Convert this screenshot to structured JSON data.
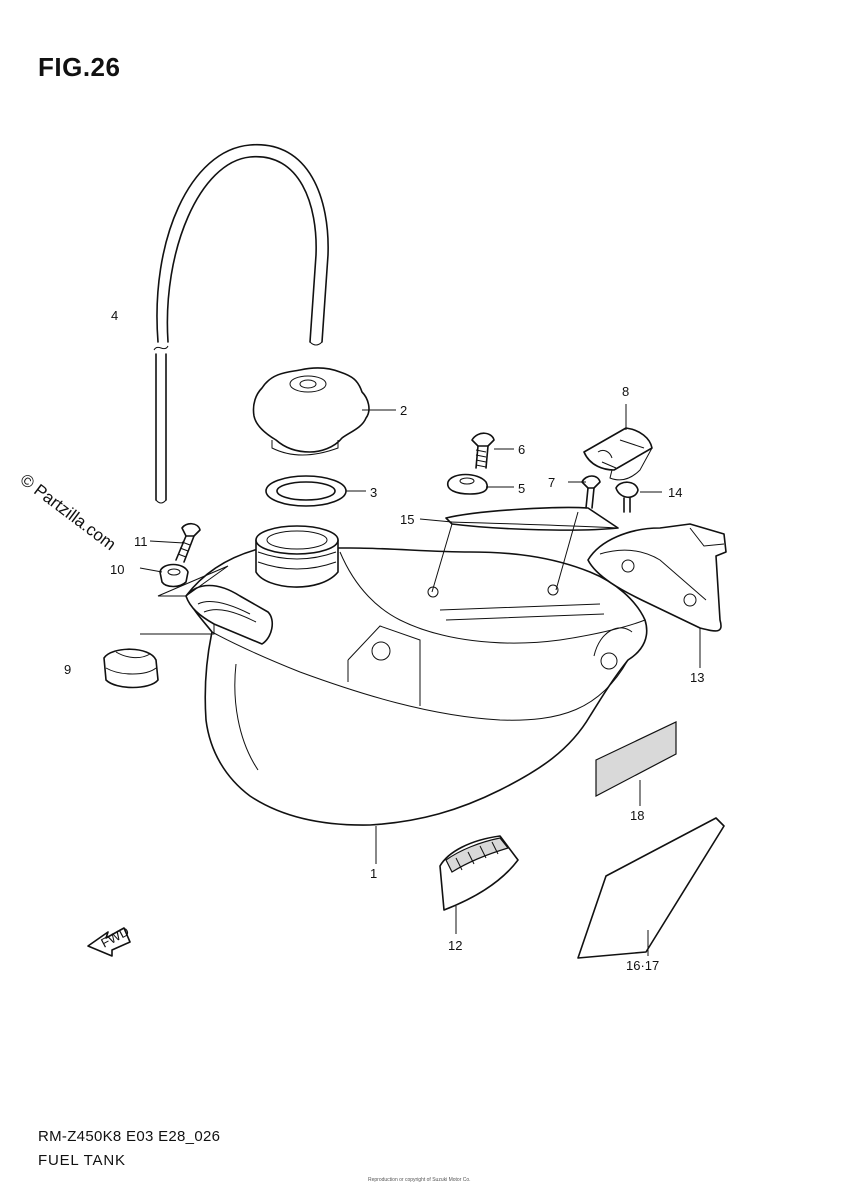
{
  "figure": {
    "title": "FIG.26",
    "watermark": "© Partzilla.com",
    "model_code": "RM-Z450K8 E03 E28_026",
    "assembly_name": "FUEL TANK",
    "fine_print": "Reproduction or copyright of Suzuki Motor Co."
  },
  "callouts": [
    {
      "id": "1",
      "label": "1"
    },
    {
      "id": "2",
      "label": "2"
    },
    {
      "id": "3",
      "label": "3"
    },
    {
      "id": "4",
      "label": "4"
    },
    {
      "id": "5",
      "label": "5"
    },
    {
      "id": "6",
      "label": "6"
    },
    {
      "id": "7",
      "label": "7"
    },
    {
      "id": "8",
      "label": "8"
    },
    {
      "id": "9",
      "label": "9"
    },
    {
      "id": "10",
      "label": "10"
    },
    {
      "id": "11",
      "label": "11"
    },
    {
      "id": "12",
      "label": "12"
    },
    {
      "id": "13",
      "label": "13"
    },
    {
      "id": "14",
      "label": "14"
    },
    {
      "id": "15",
      "label": "15"
    },
    {
      "id": "16-17",
      "label": "16·17"
    },
    {
      "id": "18",
      "label": "18"
    }
  ],
  "fwd_arrow": {
    "label": "FWD",
    "icon": "fwd-arrow-icon"
  }
}
